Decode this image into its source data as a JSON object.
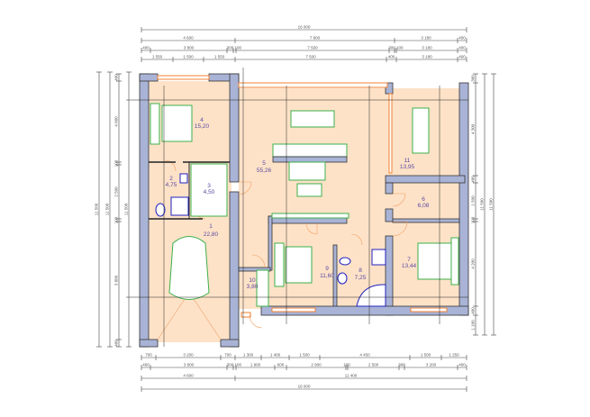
{
  "dimensions": {
    "top": {
      "total": "16 000",
      "row2": [
        "4 600",
        "7 900",
        "3 180",
        "400"
      ],
      "row3": [
        "400",
        "3 800",
        "300",
        "100",
        "7 500",
        "300",
        "100",
        "3 180",
        "400"
      ],
      "row4": [
        "1 550",
        "1 500",
        "1 550",
        "7 500",
        "400",
        "3 180",
        "400"
      ]
    },
    "bottom": {
      "row1": [
        "700",
        "3 200",
        "700",
        "1 300",
        "1 400",
        "1 500",
        "4 450",
        "1 500",
        "1 250"
      ],
      "row2": [
        "400",
        "3 800",
        "300",
        "100",
        "1 900",
        "600",
        "2 900",
        "100",
        "2 500",
        "300",
        "3 200",
        "400"
      ],
      "row3": [
        "4 600",
        "11 400"
      ],
      "total": "16 000"
    },
    "left": {
      "totals": [
        "11 500",
        "11 500",
        "11 500"
      ],
      "chain": [
        "400",
        "4 000",
        "100",
        "2 500",
        "100",
        "3 800",
        "400"
      ]
    },
    "right": {
      "totals": [
        "11 500",
        "11 500"
      ],
      "chain": [
        "300",
        "4 300",
        "400",
        "1 500",
        "100",
        "4 200",
        "400",
        "1 100"
      ]
    }
  },
  "rooms": [
    {
      "number": "1",
      "area": "22,80"
    },
    {
      "number": "2",
      "area": "4,75"
    },
    {
      "number": "3",
      "area": "4,50"
    },
    {
      "number": "4",
      "area": "15,20"
    },
    {
      "number": "5",
      "area": "55,26"
    },
    {
      "number": "6",
      "area": "6,08"
    },
    {
      "number": "7",
      "area": "13,44"
    },
    {
      "number": "8",
      "area": "7,25"
    },
    {
      "number": "9",
      "area": "11,60"
    },
    {
      "number": "10",
      "area": "3,80"
    },
    {
      "number": "11",
      "area": "13,95"
    }
  ],
  "colors": {
    "wall": "#a9b3d6",
    "floor": "#fde2c8",
    "furniture": "#3cb04a",
    "sanitary": "#2020c0",
    "window": "#f08030"
  }
}
